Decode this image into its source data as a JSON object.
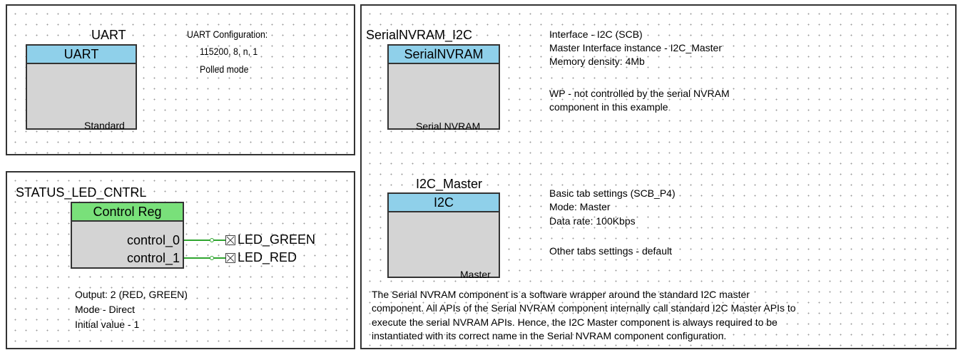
{
  "uart_panel": {
    "instance_name": "UART",
    "component_title": "UART",
    "footer": "Standard",
    "note_lines": [
      "UART Configuration:",
      "115200, 8, n, 1",
      "Polled mode"
    ]
  },
  "status_panel": {
    "instance_name": "STATUS_LED_CNTRL",
    "component_title": "Control Reg",
    "pins": [
      "control_0",
      "control_1"
    ],
    "ports": [
      "LED_GREEN",
      "LED_RED"
    ],
    "note_lines": [
      "Output: 2 (RED, GREEN)",
      "Mode - Direct",
      "Initial value - 1"
    ]
  },
  "nvram_panel": {
    "instance_name": "SerialNVRAM_I2C",
    "component_title": "SerialNVRAM",
    "footer": "Serial NVRAM",
    "note_lines": [
      "Interface - I2C (SCB)",
      "Master Interface instance - I2C_Master",
      "Memory density: 4Mb",
      "",
      "WP - not controlled by the serial NVRAM",
      "component in this example"
    ]
  },
  "i2c_panel": {
    "instance_name": "I2C_Master",
    "component_title": "I2C",
    "footer": "Master",
    "note_lines": [
      "Basic tab settings (SCB_P4)",
      "Mode: Master",
      "Data rate: 100Kbps",
      "",
      "Other tabs settings - default"
    ]
  },
  "description_lines": [
    "The Serial NVRAM component is a software wrapper around the standard I2C master",
    "component. All APIs of the Serial NVRAM component internally call standard I2C Master APIs to",
    "execute the serial NVRAM APIs. Hence, the I2C Master component is always required to be",
    "instantiated with its correct name in the Serial NVRAM component configuration."
  ],
  "colors": {
    "uart_header": "#8fd0ea",
    "control_reg_header": "#79e07a",
    "component_body": "#d4d4d4",
    "wire": "#2fa52f"
  },
  "icons": {
    "output_port": "port-x-icon"
  }
}
